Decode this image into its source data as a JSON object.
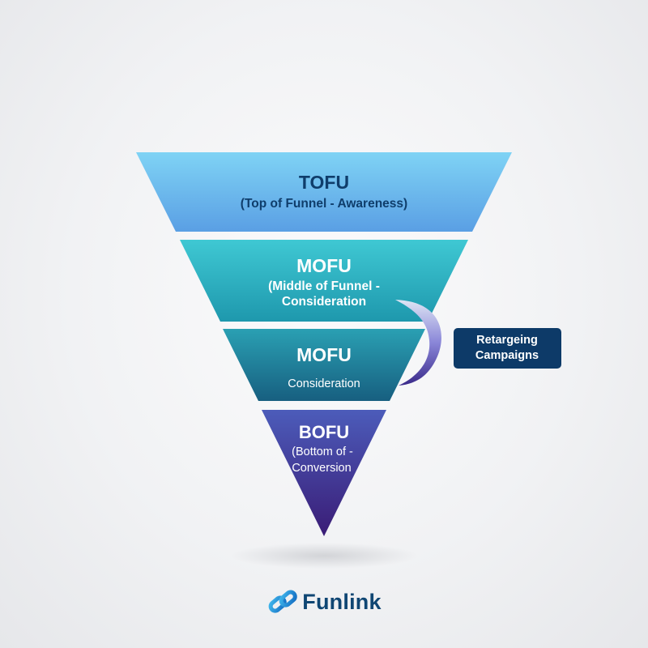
{
  "funnel": {
    "stages": [
      {
        "title": "TOFU",
        "subtitle_lines": [
          "(Top of Funnel - Awareness)"
        ]
      },
      {
        "title": "MOFU",
        "subtitle_lines": [
          "(Middle of Funnel -",
          "Consideration"
        ]
      },
      {
        "title": "MOFU",
        "subtitle_lines": [
          "Consideration"
        ]
      },
      {
        "title": "BOFU",
        "subtitle_lines": [
          "(Bottom of -",
          "Conversion"
        ]
      }
    ],
    "colors": {
      "tofu": [
        "#7fd0f4",
        "#5aa2e6"
      ],
      "mofu1": [
        "#3ec6d2",
        "#1f9db0"
      ],
      "mofu2": [
        "#2a9bb0",
        "#1a6f88"
      ],
      "bofu": [
        "#4a56b3",
        "#3a1f7a"
      ],
      "title_dark": "#0f3d6b",
      "title_light": "#ffffff"
    }
  },
  "callout": {
    "lines": [
      "Retargeing",
      "Campaigns"
    ],
    "background": "#0d3a68"
  },
  "brand": {
    "name": "Funlink",
    "icon": "chain-link-icon"
  }
}
